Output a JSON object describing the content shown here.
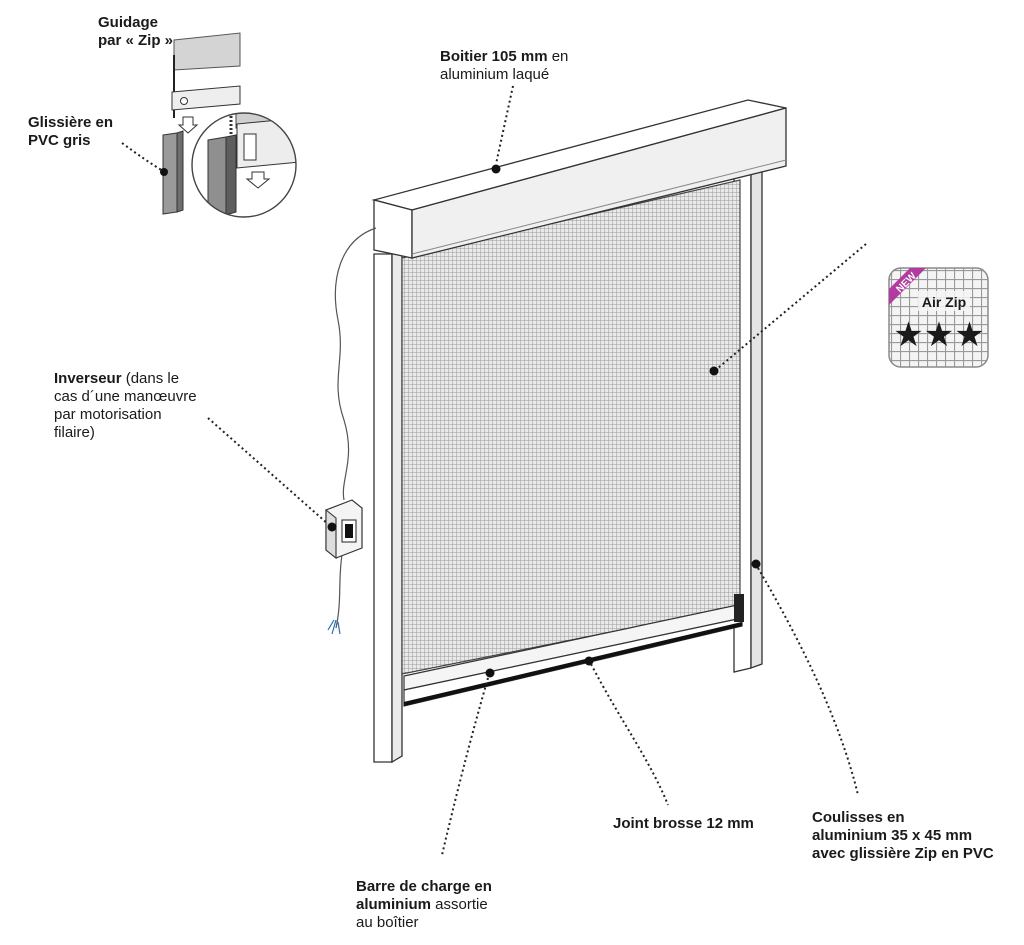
{
  "labels": {
    "guidage": {
      "bold": "Guidage\npar « Zip »",
      "normal": ""
    },
    "glissiere": {
      "bold": "Glissière en\nPVC gris",
      "normal": ""
    },
    "boitier": {
      "bold": "Boitier 105 mm",
      "normal": " en\naluminium laqué"
    },
    "inverseur": {
      "bold": "Inverseur",
      "normal": " (dans le\ncas d´une manœuvre\npar motorisation\nfilaire)"
    },
    "joint": {
      "bold": "Joint brosse 12 mm",
      "normal": ""
    },
    "coulisses": {
      "bold": "Coulisses en\naluminium 35 x 45 mm\navec glissière Zip en PVC",
      "normal": ""
    },
    "barre": {
      "bold": "Barre de charge en\naluminium",
      "normal": " assortie\nau boîtier"
    }
  },
  "badge": {
    "tag": "NEW",
    "title": "Air Zip",
    "stars": "★★★",
    "accent_color": "#b23aa0",
    "grid_color": "#9a9a9a"
  },
  "icons": [
    "switch-icon",
    "arrow-down-icon",
    "star-icon"
  ]
}
